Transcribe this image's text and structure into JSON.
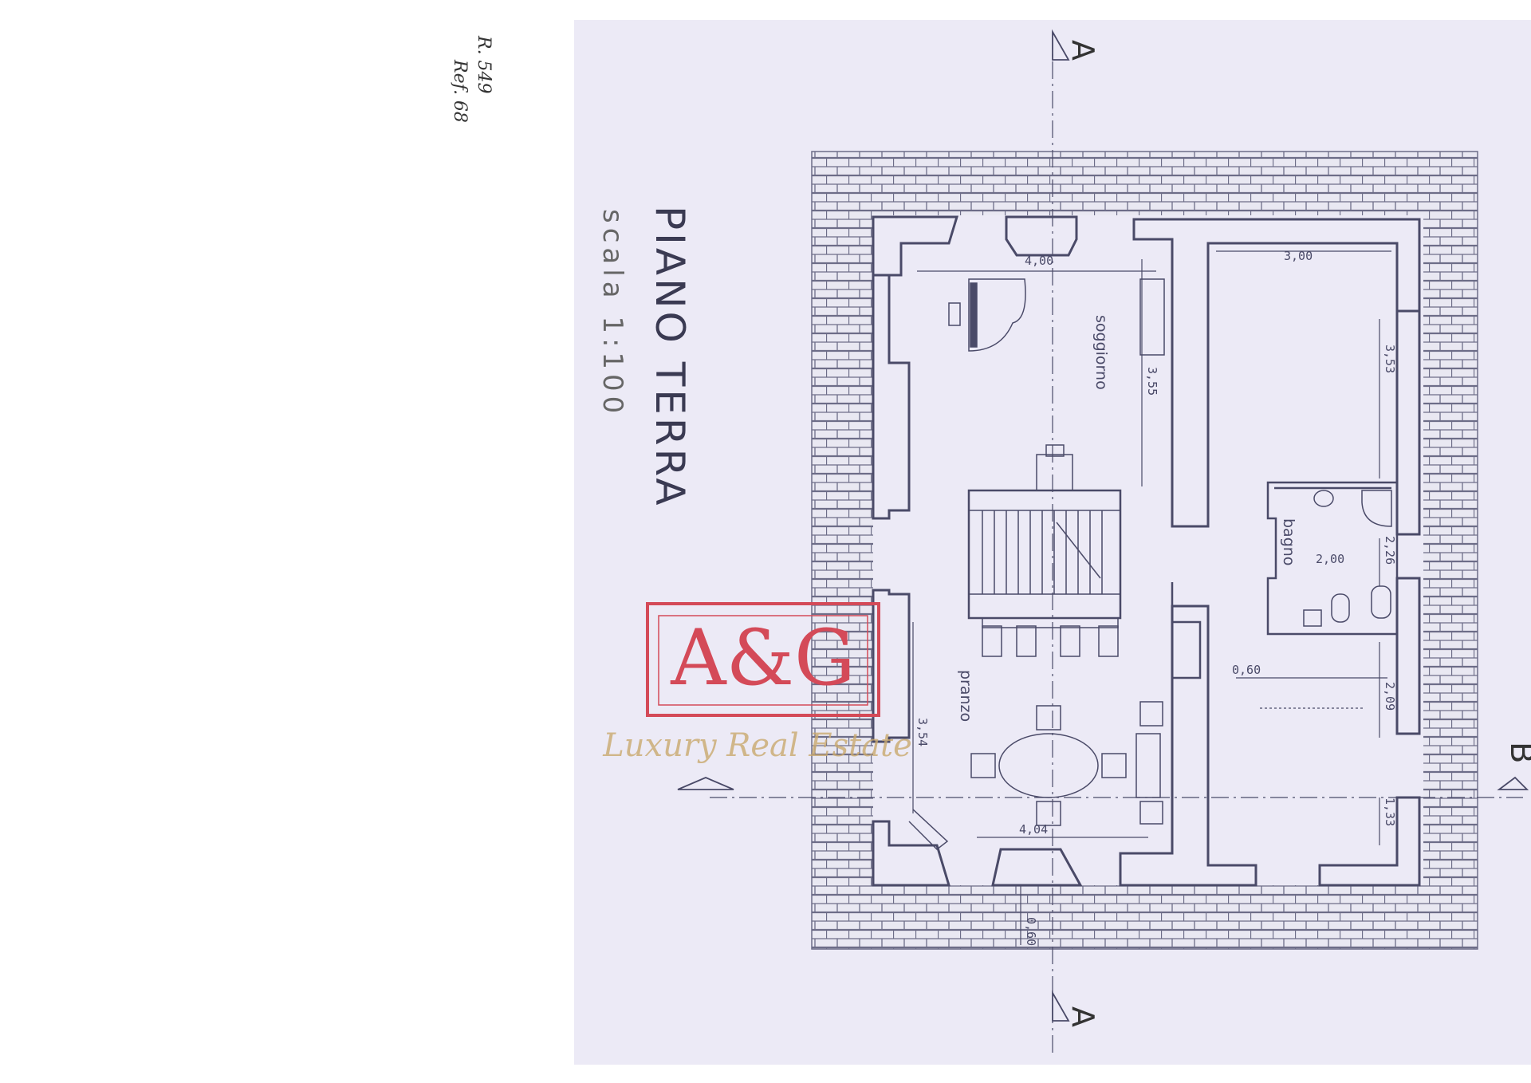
{
  "handwritten_note": {
    "line1": "R. 549",
    "line2": "Ref. 68"
  },
  "plan": {
    "title": "PIANO TERRA",
    "scale": "scala 1:100",
    "section_marker_a": "A",
    "section_marker_b": "B",
    "rooms": {
      "living": "soggiorno",
      "dining": "pranzo",
      "bath": "bagno"
    },
    "dimensions": {
      "living_width": "4,00",
      "living_length": "3,55",
      "right_room_width": "3,00",
      "right_room_length": "3,53",
      "bath_width": "2,00",
      "bath_length": "2,26",
      "wall_gap": "0,60",
      "right_room_mid": "2,09",
      "right_room_bottom": "1,33",
      "dining_length": "3,54",
      "dining_width": "4,04",
      "bottom_wall": "0,60"
    }
  },
  "watermark": {
    "logo": "A&G",
    "tagline": "Luxury Real Estate"
  },
  "colors": {
    "paper": "#eceaf6",
    "line": "#4a4a68",
    "brick": "#6d6d88",
    "logo": "#d44a58",
    "tagline": "#c9a96e"
  }
}
